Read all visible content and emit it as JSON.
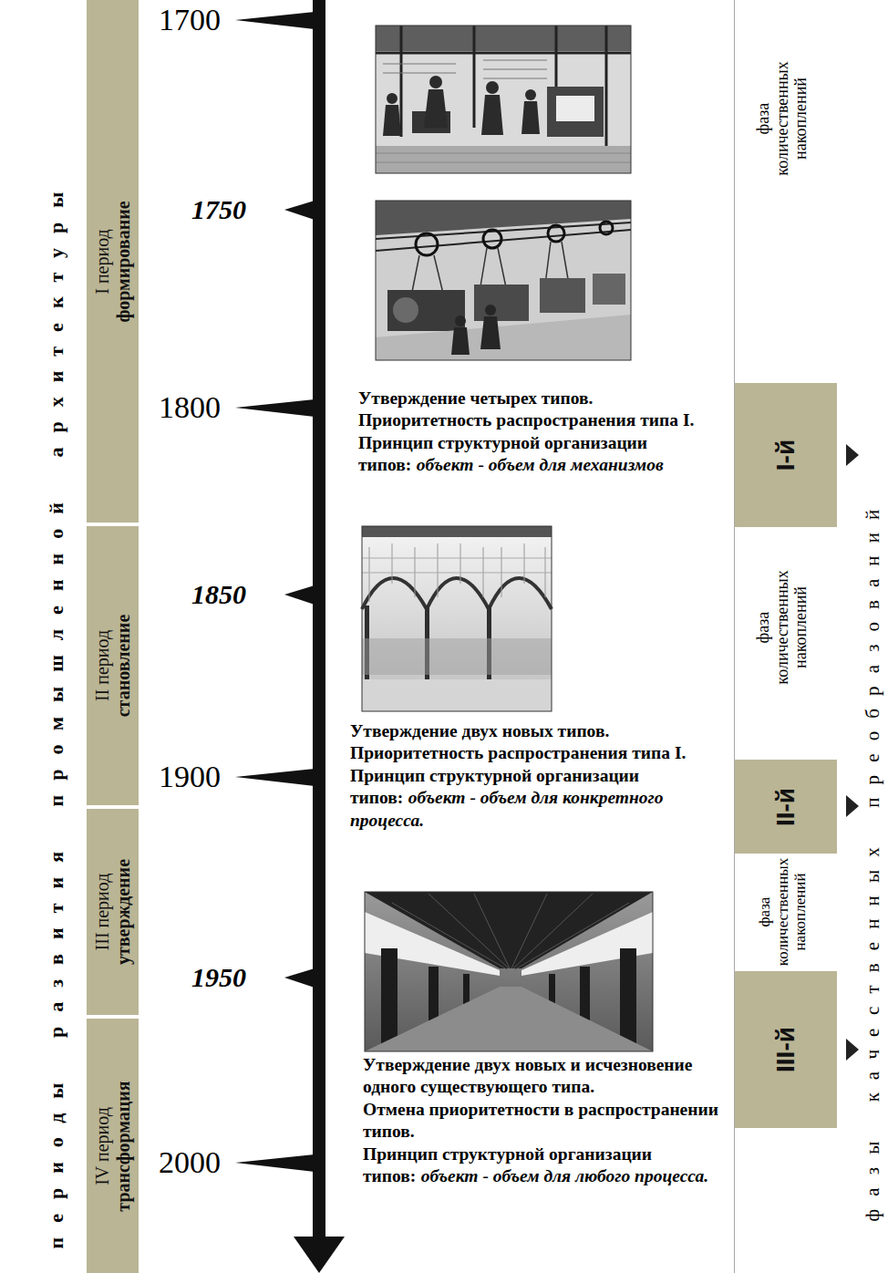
{
  "diagram": {
    "nodes": [
      {
        "text": [
          "I период",
          "формирование"
        ]
      },
      {
        "text": [
          "II период",
          "становление"
        ]
      },
      {
        "text": [
          "III период",
          "утверждение"
        ]
      },
      {
        "text": [
          "IV период",
          "трансформация"
        ]
      },
      {
        "text": [
          "I-й"
        ]
      },
      {
        "text": [
          "II-й"
        ]
      },
      {
        "text": [
          "III-й"
        ]
      }
    ],
    "labels": [
      "периоды развития промышленной архитектуры",
      "1700",
      "1750",
      "1800",
      "1850",
      "1900",
      "1950",
      "2000",
      "Утверждение четырех типов.",
      "Приоритетность распространения типа I.",
      "Принцип структурной организации типов:",
      "объект - объем для механизмов",
      "Утверждение двух новых типов.",
      "Приоритетность распространения типа I.",
      "Принцип структурной организации типов:",
      "объект - объем для конкретного процесса.",
      "Утверждение двух новых и исчезновение одного существующего типа.",
      "Отмена приоритетности в распространении типов.",
      "Принцип структурной организации типов:",
      "объект - объем для любого процесса.",
      "фаза количественных накоплений",
      "фаза количественных накоплений",
      "фаза количественных накоплений",
      "фазы качественных преобразований"
    ]
  }
}
